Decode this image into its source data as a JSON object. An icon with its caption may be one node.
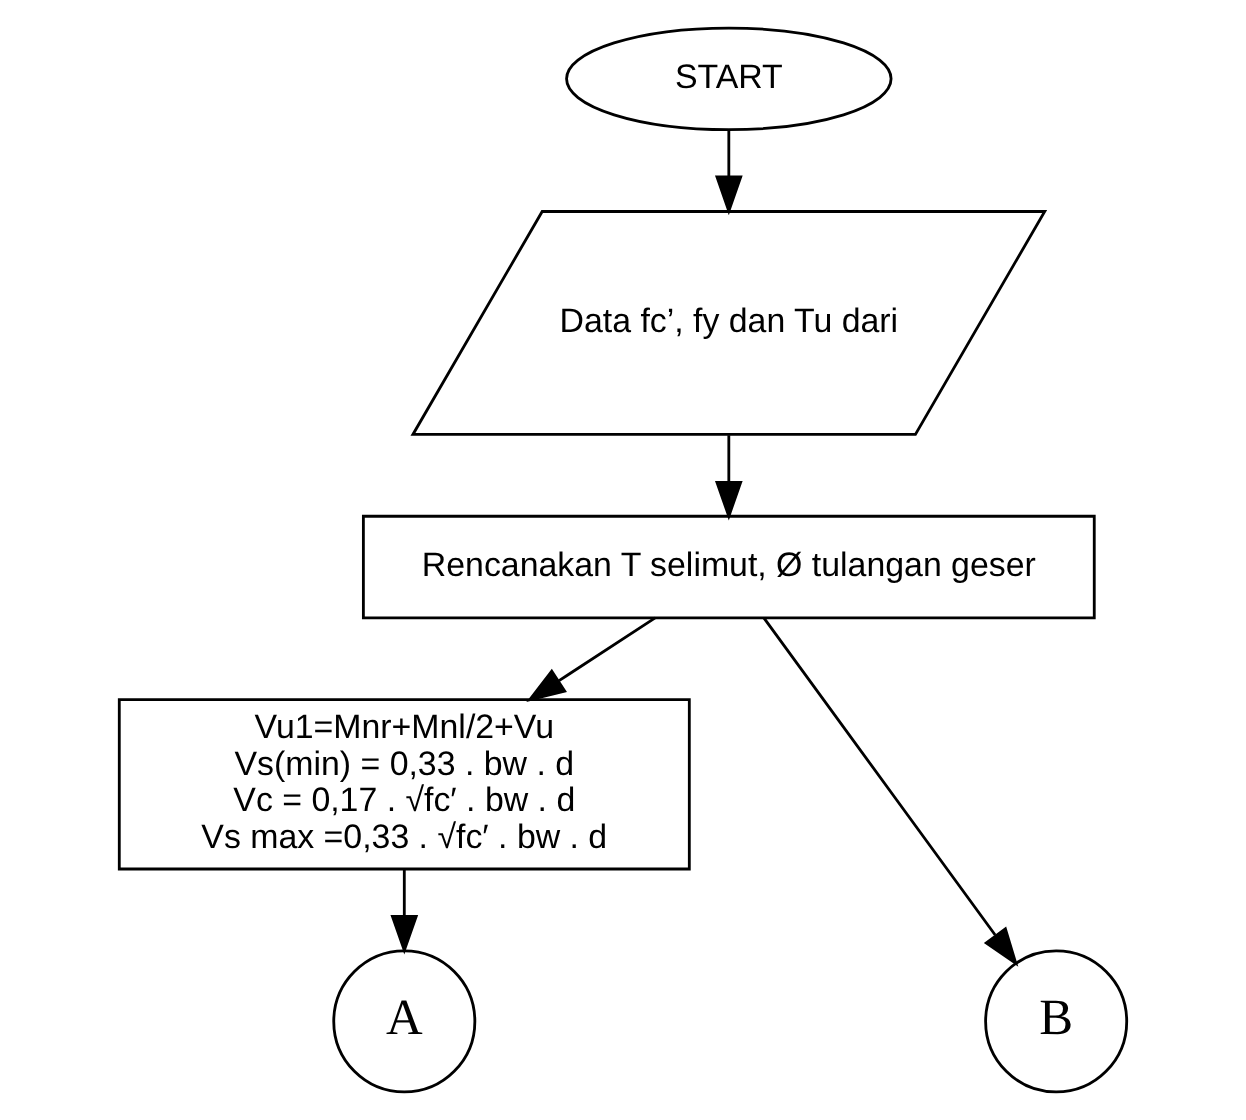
{
  "diagram": {
    "nodes": [
      {
        "text": [
          "START"
        ]
      },
      {
        "text": [
          "Data fc’, fy dan Tu dari"
        ]
      },
      {
        "text": [
          "Rencanakan T selimut, Ø tulangan geser"
        ]
      },
      {
        "text": [
          "Vu1=Mnr+Mnl/2+Vu",
          "Vs(min) = 0,33 . bw . d",
          "Vc = 0,17 . √fc′ . bw . d",
          "Vs max =0,33 . √fc′ . bw . d"
        ]
      },
      {
        "text": [
          "A"
        ]
      },
      {
        "text": [
          "B"
        ]
      }
    ],
    "edges": [
      {
        "from": 0,
        "to": 1,
        "arrow": "to"
      },
      {
        "from": 1,
        "to": 2,
        "arrow": "to"
      },
      {
        "from": 2,
        "to": 3,
        "arrow": "to"
      },
      {
        "from": 3,
        "to": 4,
        "arrow": "to"
      },
      {
        "from": 2,
        "to": 5,
        "arrow": "to"
      }
    ]
  }
}
